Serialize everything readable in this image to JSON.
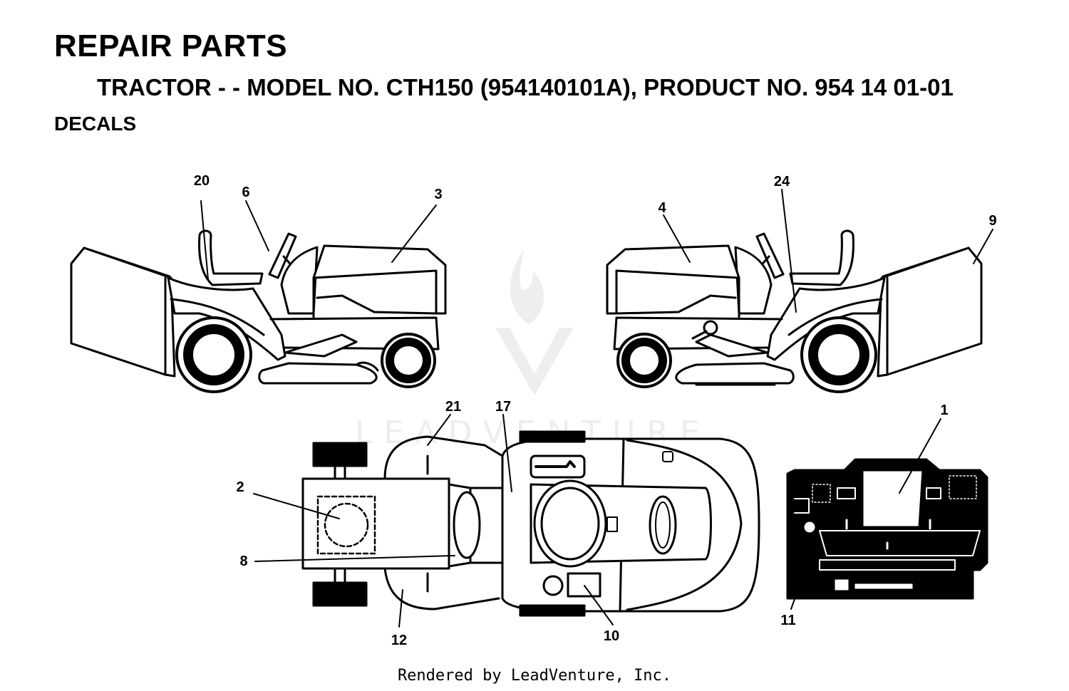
{
  "header": {
    "title": "REPAIR PARTS",
    "subtitle": "TRACTOR - - MODEL NO. CTH150 (954140101A), PRODUCT NO. 954 14 01-01",
    "section": "DECALS"
  },
  "callouts": [
    "20",
    "6",
    "3",
    "4",
    "24",
    "9",
    "21",
    "17",
    "1",
    "2",
    "8",
    "12",
    "10",
    "11"
  ],
  "watermark": "LEADVENTURE",
  "footer": "Rendered by LeadVenture, Inc."
}
